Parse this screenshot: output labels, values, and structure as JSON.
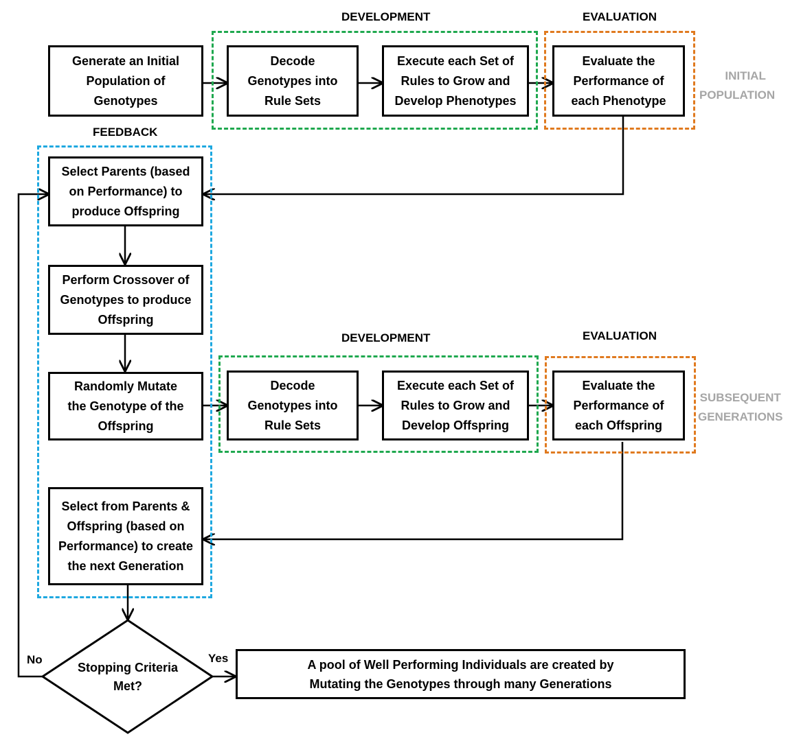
{
  "sections": {
    "development_top": "DEVELOPMENT",
    "evaluation_top": "EVALUATION",
    "feedback": "FEEDBACK",
    "development_bottom": "DEVELOPMENT",
    "evaluation_bottom": "EVALUATION"
  },
  "side_labels": {
    "initial": [
      "INITIAL",
      "POPULATION"
    ],
    "subsequent": [
      "SUBSEQUENT",
      "GENERATIONS"
    ]
  },
  "boxes": {
    "generate": [
      "Generate an Initial",
      "Population  of",
      "Genotypes"
    ],
    "decode_top": [
      "Decode",
      "Genotypes into",
      "Rule Sets"
    ],
    "execute_top": [
      "Execute each Set of",
      "Rules to Grow and",
      "Develop Phenotypes"
    ],
    "evaluate_top": [
      "Evaluate the",
      "Performance of",
      "each Phenotype"
    ],
    "select_parents": [
      "Select Parents (based",
      "on Performance) to",
      "produce Offspring"
    ],
    "crossover": [
      "Perform Crossover of",
      "Genotypes to produce",
      "Offspring"
    ],
    "mutate": [
      "Randomly Mutate",
      "the Genotype of the",
      "Offspring"
    ],
    "decode_bottom": [
      "Decode",
      "Genotypes into",
      "Rule Sets"
    ],
    "execute_bottom": [
      "Execute each Set of",
      "Rules to Grow and",
      "Develop Offspring"
    ],
    "evaluate_bottom": [
      "Evaluate the",
      "Performance of",
      "each Offspring"
    ],
    "select_next": [
      "Select from Parents &",
      "Offspring (based on",
      "Performance) to create",
      "the next Generation"
    ],
    "result": [
      "A pool of Well Performing Individuals are created by",
      "Mutating the Genotypes through many Generations"
    ]
  },
  "decision": {
    "text": [
      "Stopping Criteria",
      "Met?"
    ],
    "no": "No",
    "yes": "Yes"
  },
  "colors": {
    "development": "#1fa84f",
    "evaluation": "#e07a1f",
    "feedback": "#1ea8e0",
    "side_label": "#a6a6a6"
  }
}
